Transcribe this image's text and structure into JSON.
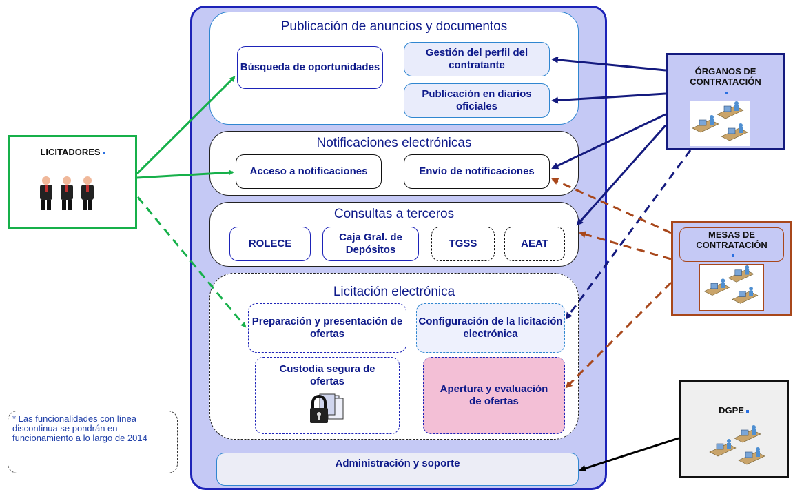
{
  "platform": {
    "sections": {
      "publicacion": {
        "title": "Publicación de anuncios y documentos",
        "items": [
          "Búsqueda de oportunidades",
          "Gestión del perfil del contratante",
          "Publicación en diarios oficiales"
        ]
      },
      "notificaciones": {
        "title": "Notificaciones electrónicas",
        "items": [
          "Acceso a notificaciones",
          "Envío de notificaciones"
        ]
      },
      "consultas": {
        "title": "Consultas a terceros",
        "items": [
          "ROLECE",
          "Caja Gral. de Depósitos",
          "TGSS",
          "AEAT"
        ]
      },
      "licitacion": {
        "title": "Licitación electrónica",
        "items": [
          "Preparación y presentación de ofertas",
          "Configuración de la licitación electrónica",
          "Custodia segura de ofertas",
          "Apertura y evaluación de ofertas"
        ]
      },
      "administracion": {
        "title": "Administración y soporte"
      }
    }
  },
  "actors": {
    "licitadores": "LICITADORES",
    "organos": "ÓRGANOS DE CONTRATACIÓN",
    "mesas": "MESAS DE CONTRATACIÓN",
    "dgpe": "DGPE"
  },
  "note": "* Las funcionalidades con línea discontinua se pondrán en funcionamiento a lo largo de 2014",
  "colors": {
    "platform_border": "#1d23b8",
    "platform_fill": "#c5c9f5",
    "title_text": "#0e1a8a",
    "licitadores_arrow": "#16b04a",
    "organos_arrow": "#141a7e",
    "mesas_arrow": "#a8471b",
    "dgpe_arrow": "#000000",
    "apertura_fill": "#f3bfd6"
  },
  "icons": [
    "people-icon",
    "workstation-icon",
    "padlock-documents-icon"
  ]
}
